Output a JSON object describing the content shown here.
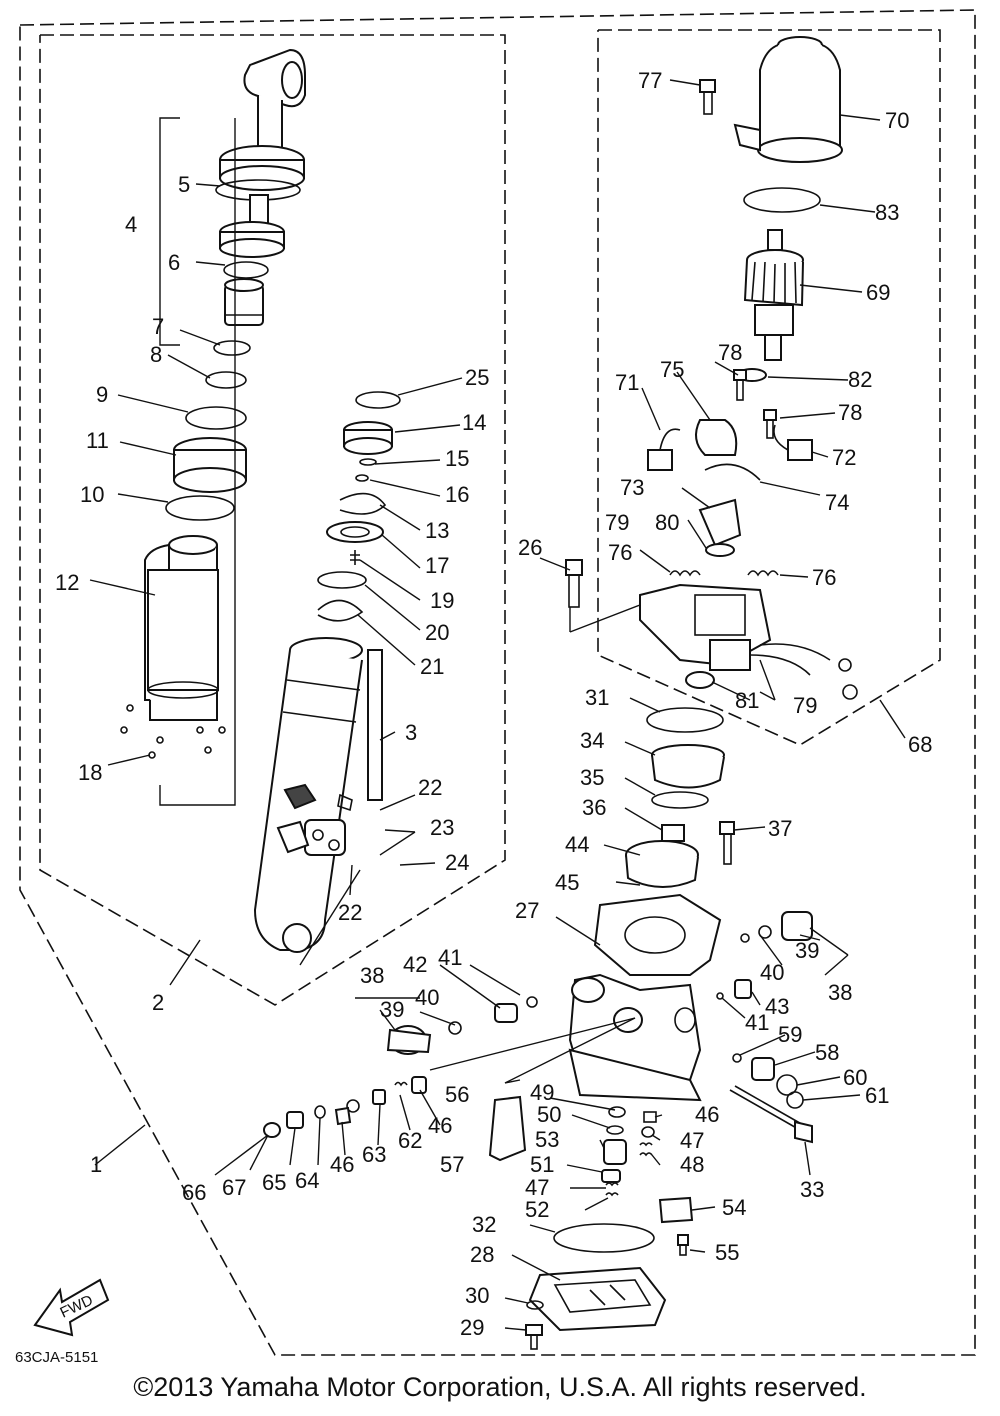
{
  "copyright": "©2013 Yamaha Motor Corporation, U.S.A. All rights reserved.",
  "diagram_code": "63CJA-5151",
  "fwd_label": "FWD",
  "callouts": [
    "1",
    "2",
    "3",
    "4",
    "5",
    "6",
    "7",
    "8",
    "9",
    "10",
    "11",
    "12",
    "13",
    "14",
    "15",
    "16",
    "17",
    "18",
    "19",
    "20",
    "21",
    "22",
    "22",
    "23",
    "24",
    "25",
    "26",
    "27",
    "28",
    "29",
    "30",
    "31",
    "32",
    "33",
    "34",
    "35",
    "36",
    "37",
    "38",
    "38",
    "39",
    "39",
    "40",
    "40",
    "41",
    "41",
    "42",
    "43",
    "44",
    "45",
    "46",
    "46",
    "46",
    "47",
    "47",
    "48",
    "49",
    "50",
    "51",
    "52",
    "53",
    "54",
    "55",
    "56",
    "57",
    "58",
    "59",
    "60",
    "61",
    "62",
    "63",
    "64",
    "65",
    "66",
    "67",
    "68",
    "69",
    "70",
    "71",
    "72",
    "73",
    "74",
    "75",
    "76",
    "76",
    "77",
    "78",
    "78",
    "79",
    "79",
    "80",
    "81",
    "82",
    "83"
  ]
}
